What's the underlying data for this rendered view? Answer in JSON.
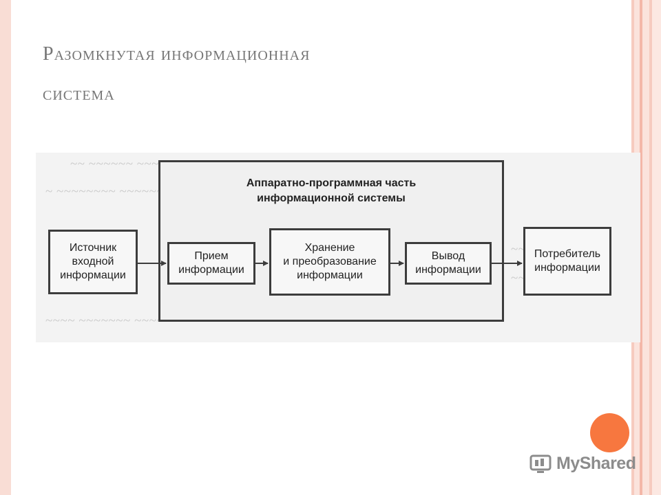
{
  "slide": {
    "title_line1": "Разомкнутая информационная",
    "title_line2": "система"
  },
  "diagram": {
    "outer_title_line1": "Аппаратно-программная часть",
    "outer_title_line2": "информационной системы",
    "nodes": [
      {
        "id": "source",
        "label": "Источник\nвходной\nинформации"
      },
      {
        "id": "receive",
        "label": "Прием\nинформации"
      },
      {
        "id": "store",
        "label": "Хранение\nи преобразование\nинформации"
      },
      {
        "id": "output",
        "label": "Вывод\nинформации"
      },
      {
        "id": "consumer",
        "label": "Потребитель\nинформации"
      }
    ],
    "edges": [
      {
        "from": "source",
        "to": "receive"
      },
      {
        "from": "receive",
        "to": "store"
      },
      {
        "from": "store",
        "to": "output"
      },
      {
        "from": "output",
        "to": "consumer"
      }
    ]
  },
  "watermark": {
    "brand": "MyShared",
    "icon": "myshared-logo-icon"
  },
  "colors": {
    "accent_orange": "#f7773f",
    "frame_pink": "#f6cbbf",
    "title_gray": "#767676",
    "box_border": "#3c3c3c"
  }
}
